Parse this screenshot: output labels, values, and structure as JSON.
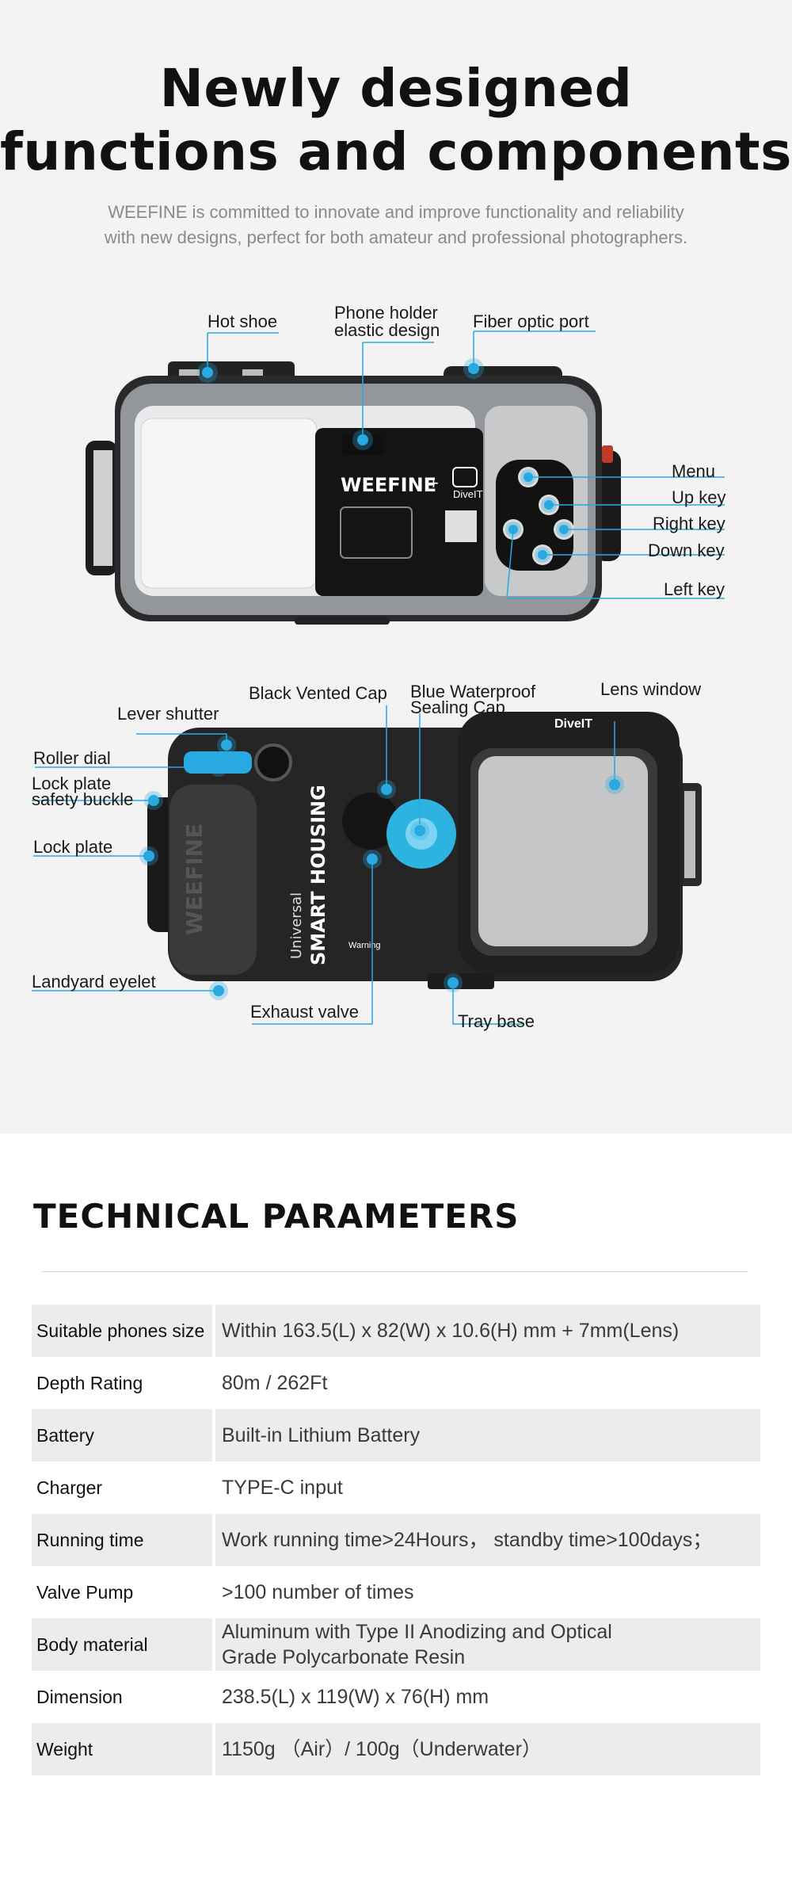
{
  "header": {
    "title_line1": "Newly designed",
    "title_line2": "functions and components",
    "subtitle_line1": "WEEFINE is committed to innovate and improve functionality and reliability",
    "subtitle_line2": "with new designs, perfect for both amateur and professional photographers."
  },
  "front_view": {
    "brand_text": "WEEFINE",
    "app_text": "DiveIT",
    "labels": {
      "hot_shoe": "Hot shoe",
      "phone_holder_1": "Phone holder",
      "phone_holder_2": "elastic design",
      "fiber_optic": "Fiber optic port",
      "menu": "Menu",
      "up_key": "Up key",
      "right_key": "Right key",
      "down_key": "Down key",
      "left_key": "Left key"
    }
  },
  "back_view": {
    "housing_text_1": "Universal",
    "housing_text_2": "SMART HOUSING",
    "brand_text": "WEEFINE",
    "app_text": "DiveIT",
    "warning_text": "Warning",
    "labels": {
      "black_vented_cap": "Black Vented Cap",
      "blue_cap_1": "Blue Waterproof",
      "blue_cap_2": "Sealing Cap",
      "lens_window": "Lens window",
      "lever_shutter": "Lever shutter",
      "roller_dial": "Roller dial",
      "lock_plate_safety_1": "Lock plate",
      "lock_plate_safety_2": "safety buckle",
      "lock_plate": "Lock plate",
      "landyard_eyelet": "Landyard eyelet",
      "exhaust_valve": "Exhaust valve",
      "tray_base": "Tray base"
    }
  },
  "colors": {
    "accent_blue": "#29a9e1",
    "housing_dark": "#2b2b2b",
    "background_top": "#f3f3f3"
  },
  "specs": {
    "title": "TECHNICAL PARAMETERS",
    "rows": [
      {
        "label": "Suitable phones size",
        "value_1": "Within 163.5(L) x 82(W) x 10.6(H) mm + 7mm(Lens)",
        "value_2": ""
      },
      {
        "label": "Depth Rating",
        "value_1": "80m / 262Ft",
        "value_2": ""
      },
      {
        "label": "Battery",
        "value_1": "Built-in Lithium Battery",
        "value_2": ""
      },
      {
        "label": "Charger",
        "value_1": "TYPE-C input",
        "value_2": ""
      },
      {
        "label": "Running time",
        "value_1": "Work running time>24Hours，  standby time>100days；",
        "value_2": ""
      },
      {
        "label": "Valve Pump",
        "value_1": ">100 number of times",
        "value_2": ""
      },
      {
        "label": "Body material",
        "value_1": "Aluminum with Type II Anodizing and Optical",
        "value_2": "Grade Polycarbonate Resin"
      },
      {
        "label": "Dimension",
        "value_1": "238.5(L) x 119(W) x 76(H) mm",
        "value_2": ""
      },
      {
        "label": "Weight",
        "value_1": "1150g （Air）/ 100g（Underwater）",
        "value_2": ""
      }
    ]
  }
}
